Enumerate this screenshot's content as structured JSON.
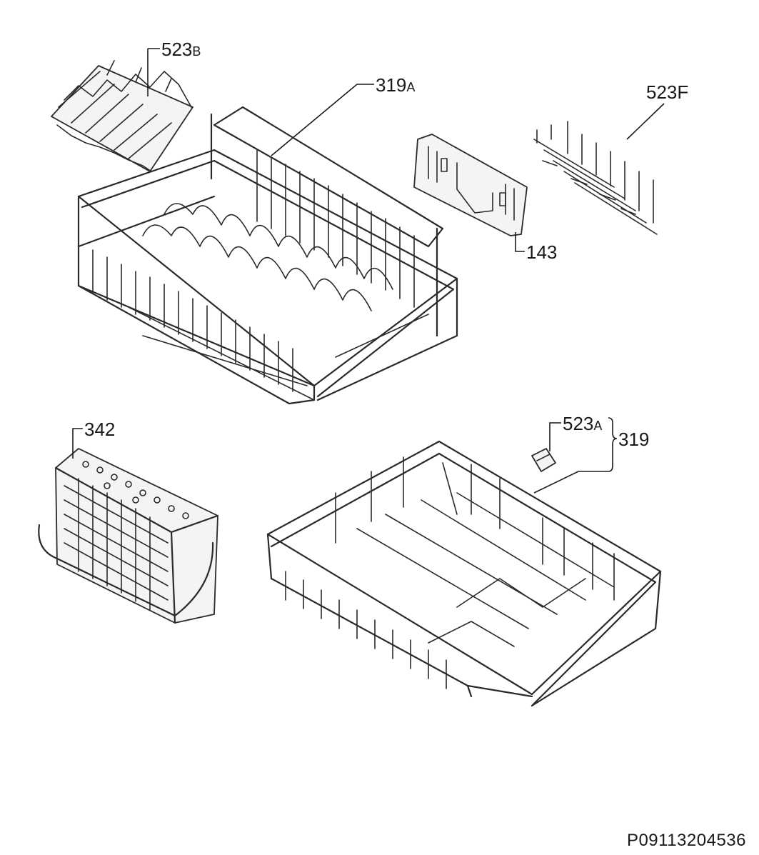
{
  "callouts": {
    "c523b": {
      "number": "523",
      "suffix": "B"
    },
    "c319a": {
      "number": "319",
      "suffix": "A"
    },
    "c523f": "523F",
    "c143": "143",
    "c342": "342",
    "c523a": {
      "number": "523",
      "suffix": "A"
    },
    "c319": "319"
  },
  "drawing_code": "P09113204536"
}
